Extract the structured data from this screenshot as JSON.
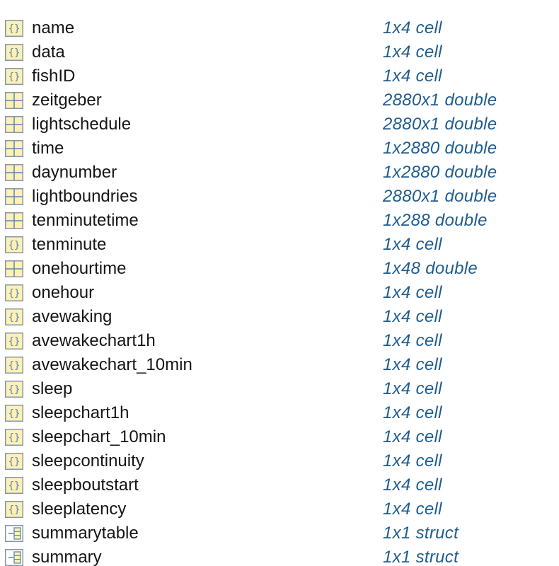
{
  "icons": {
    "cell": "cell-array-icon",
    "double": "matrix-double-icon",
    "struct": "struct-icon"
  },
  "colors": {
    "icon_fill": "#fdf1b5",
    "icon_border": "#8797aa",
    "icon_inner": "#5f86b5",
    "name_text": "#151515",
    "value_text": "#1f5c8f"
  },
  "variables": [
    {
      "name": "name",
      "value": "1x4 cell",
      "kind": "cell"
    },
    {
      "name": "data",
      "value": "1x4 cell",
      "kind": "cell"
    },
    {
      "name": "fishID",
      "value": "1x4 cell",
      "kind": "cell"
    },
    {
      "name": "zeitgeber",
      "value": "2880x1 double",
      "kind": "double"
    },
    {
      "name": "lightschedule",
      "value": "2880x1 double",
      "kind": "double"
    },
    {
      "name": "time",
      "value": "1x2880 double",
      "kind": "double"
    },
    {
      "name": "daynumber",
      "value": "1x2880 double",
      "kind": "double"
    },
    {
      "name": "lightboundries",
      "value": "2880x1 double",
      "kind": "double"
    },
    {
      "name": "tenminutetime",
      "value": "1x288 double",
      "kind": "double"
    },
    {
      "name": "tenminute",
      "value": "1x4 cell",
      "kind": "cell"
    },
    {
      "name": "onehourtime",
      "value": "1x48 double",
      "kind": "double"
    },
    {
      "name": "onehour",
      "value": "1x4 cell",
      "kind": "cell"
    },
    {
      "name": "avewaking",
      "value": "1x4 cell",
      "kind": "cell"
    },
    {
      "name": "avewakechart1h",
      "value": "1x4 cell",
      "kind": "cell"
    },
    {
      "name": "avewakechart_10min",
      "value": "1x4 cell",
      "kind": "cell"
    },
    {
      "name": "sleep",
      "value": "1x4 cell",
      "kind": "cell"
    },
    {
      "name": "sleepchart1h",
      "value": "1x4 cell",
      "kind": "cell"
    },
    {
      "name": "sleepchart_10min",
      "value": "1x4 cell",
      "kind": "cell"
    },
    {
      "name": "sleepcontinuity",
      "value": "1x4 cell",
      "kind": "cell"
    },
    {
      "name": "sleepboutstart",
      "value": "1x4 cell",
      "kind": "cell"
    },
    {
      "name": "sleeplatency",
      "value": "1x4 cell",
      "kind": "cell"
    },
    {
      "name": "summarytable",
      "value": "1x1 struct",
      "kind": "struct"
    },
    {
      "name": "summary",
      "value": "1x1 struct",
      "kind": "struct"
    }
  ]
}
